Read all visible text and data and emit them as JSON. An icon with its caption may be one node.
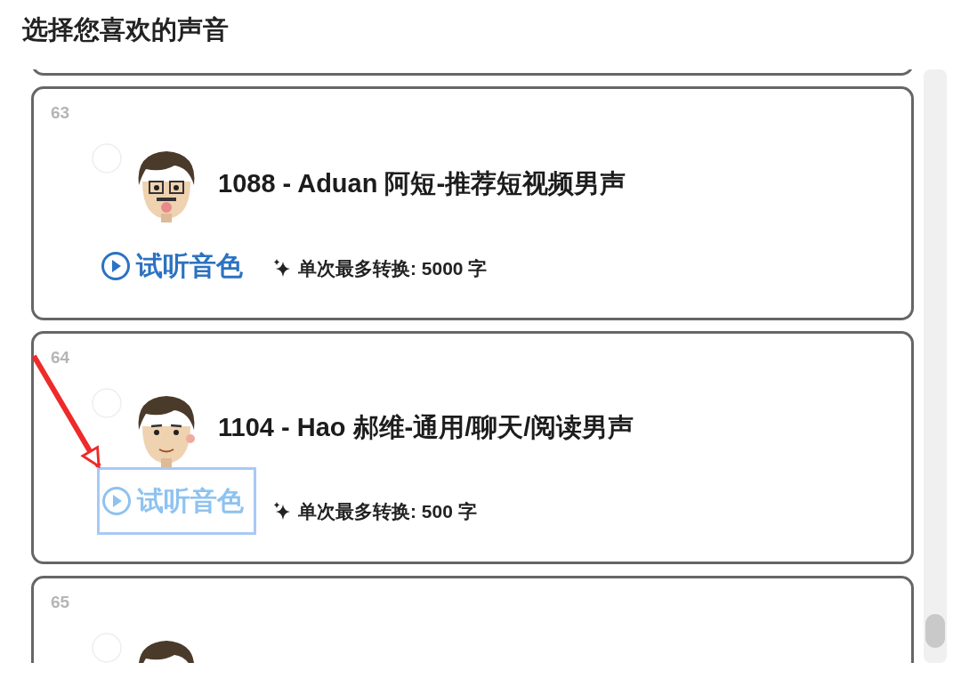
{
  "diagram": {
    "title": "选择您喜欢的声音",
    "nodes": [
      {
        "text": [],
        "shape": "box"
      },
      {
        "text": [
          "63",
          "1088 - Aduan 阿短-推荐短视频男声",
          "单次最多转换: 5000 字"
        ]
      },
      {
        "text": [
          "试听音色"
        ],
        "in": 1
      },
      {
        "text": [
          "64",
          "1104 - Hao 郝维-通用/聊天/阅读男声",
          "单次最多转换: 500 字"
        ]
      },
      {
        "text": [],
        "shape": "box",
        "in": 3
      },
      {
        "text": [
          "试听音色"
        ],
        "in": 4
      },
      {
        "text": [
          "65"
        ]
      }
    ],
    "edges": [
      {
        "from": null,
        "to": 4,
        "arrow": "to",
        "color": "#ee2a2a"
      }
    ]
  }
}
